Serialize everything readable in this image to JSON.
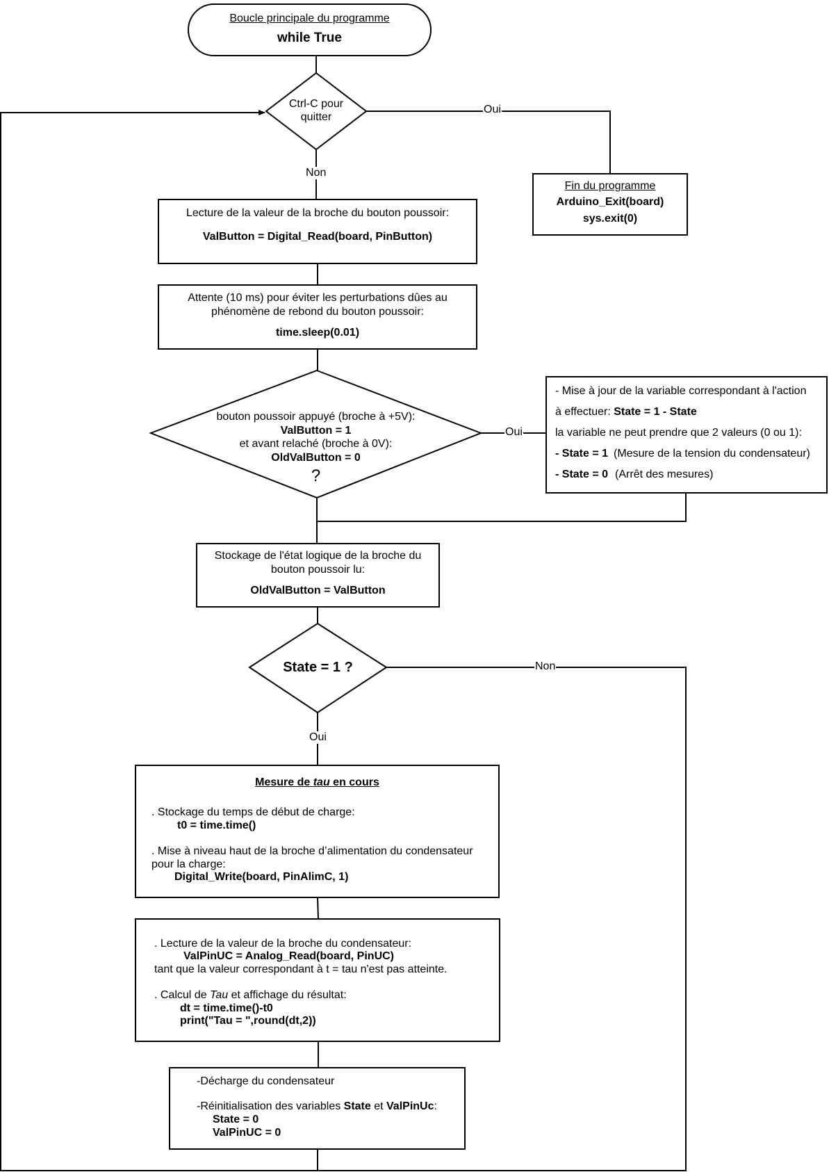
{
  "start": {
    "title": "Boucle principale du programme",
    "code": "while True"
  },
  "exit_decision": {
    "line1": "Ctrl-C pour",
    "line2": "quitter",
    "yes": "Oui",
    "no": "Non"
  },
  "end": {
    "title": "Fin du programme",
    "code1": "Arduino_Exit(board)",
    "code2": "sys.exit(0)"
  },
  "read_button": {
    "text": "Lecture de la valeur de la broche du bouton poussoir:",
    "code": "ValButton = Digital_Read(board, PinButton)"
  },
  "wait": {
    "line1": "Attente (10 ms) pour éviter les perturbations dûes au",
    "line2": "phénomène de rebond du bouton poussoir:",
    "code": "time.sleep(0.01)"
  },
  "press_decision": {
    "line1": "bouton poussoir appuyé (broche à +5V):",
    "code1": "ValButton = 1",
    "line2": "et avant relaché (broche à 0V):",
    "code2": "OldValButton = 0",
    "question": "?",
    "yes": "Oui"
  },
  "toggle": {
    "line1": "- Mise à jour de la variable correspondant à l'action",
    "line2_prefix": "à effectuer: ",
    "line2_code": "State = 1 - State",
    "line3": "la variable ne peut prendre que 2 valeurs (0 ou 1):",
    "line4_code": "- State = 1",
    "line4_text": "(Mesure de la tension du condensateur)",
    "line5_code": "- State = 0",
    "line5_text": "(Arrêt des mesures)"
  },
  "store": {
    "line1": "Stockage de l'état logique de la broche du",
    "line2": "bouton poussoir lu:",
    "code": "OldValButton = ValButton"
  },
  "state_decision": {
    "text": "State = 1 ?",
    "yes": "Oui",
    "no": "Non"
  },
  "measure": {
    "title_a": "Mesure de ",
    "title_b": "tau",
    "title_c": " en cours",
    "line1": ". Stockage du temps de début de charge:",
    "code1": "t0 = time.time()",
    "line2": ". Mise à niveau haut de la broche d’alimentation du condensateur",
    "line3": "pour la charge:",
    "code2": "Digital_Write(board, PinAlimC, 1)"
  },
  "read_cap": {
    "line1": ". Lecture de la valeur de la broche du condensateur:",
    "code1": "ValPinUC = Analog_Read(board, PinUC)",
    "line2": "tant que la valeur correspondant à t = tau n'est pas atteinte.",
    "line3_a": ". Calcul de ",
    "line3_b": "Tau",
    "line3_c": " et affichage du résultat:",
    "code2": "dt = time.time()-t0",
    "code3": "print(\"Tau = \",round(dt,2))"
  },
  "discharge": {
    "line1": "-Décharge du condensateur",
    "line2_a": "-Réinitialisation des variables ",
    "line2_b": "State",
    "line2_c": " et ",
    "line2_d": "ValPinUc",
    "line2_e": ":",
    "code1": "State = 0",
    "code2": "ValPinUC = 0"
  }
}
